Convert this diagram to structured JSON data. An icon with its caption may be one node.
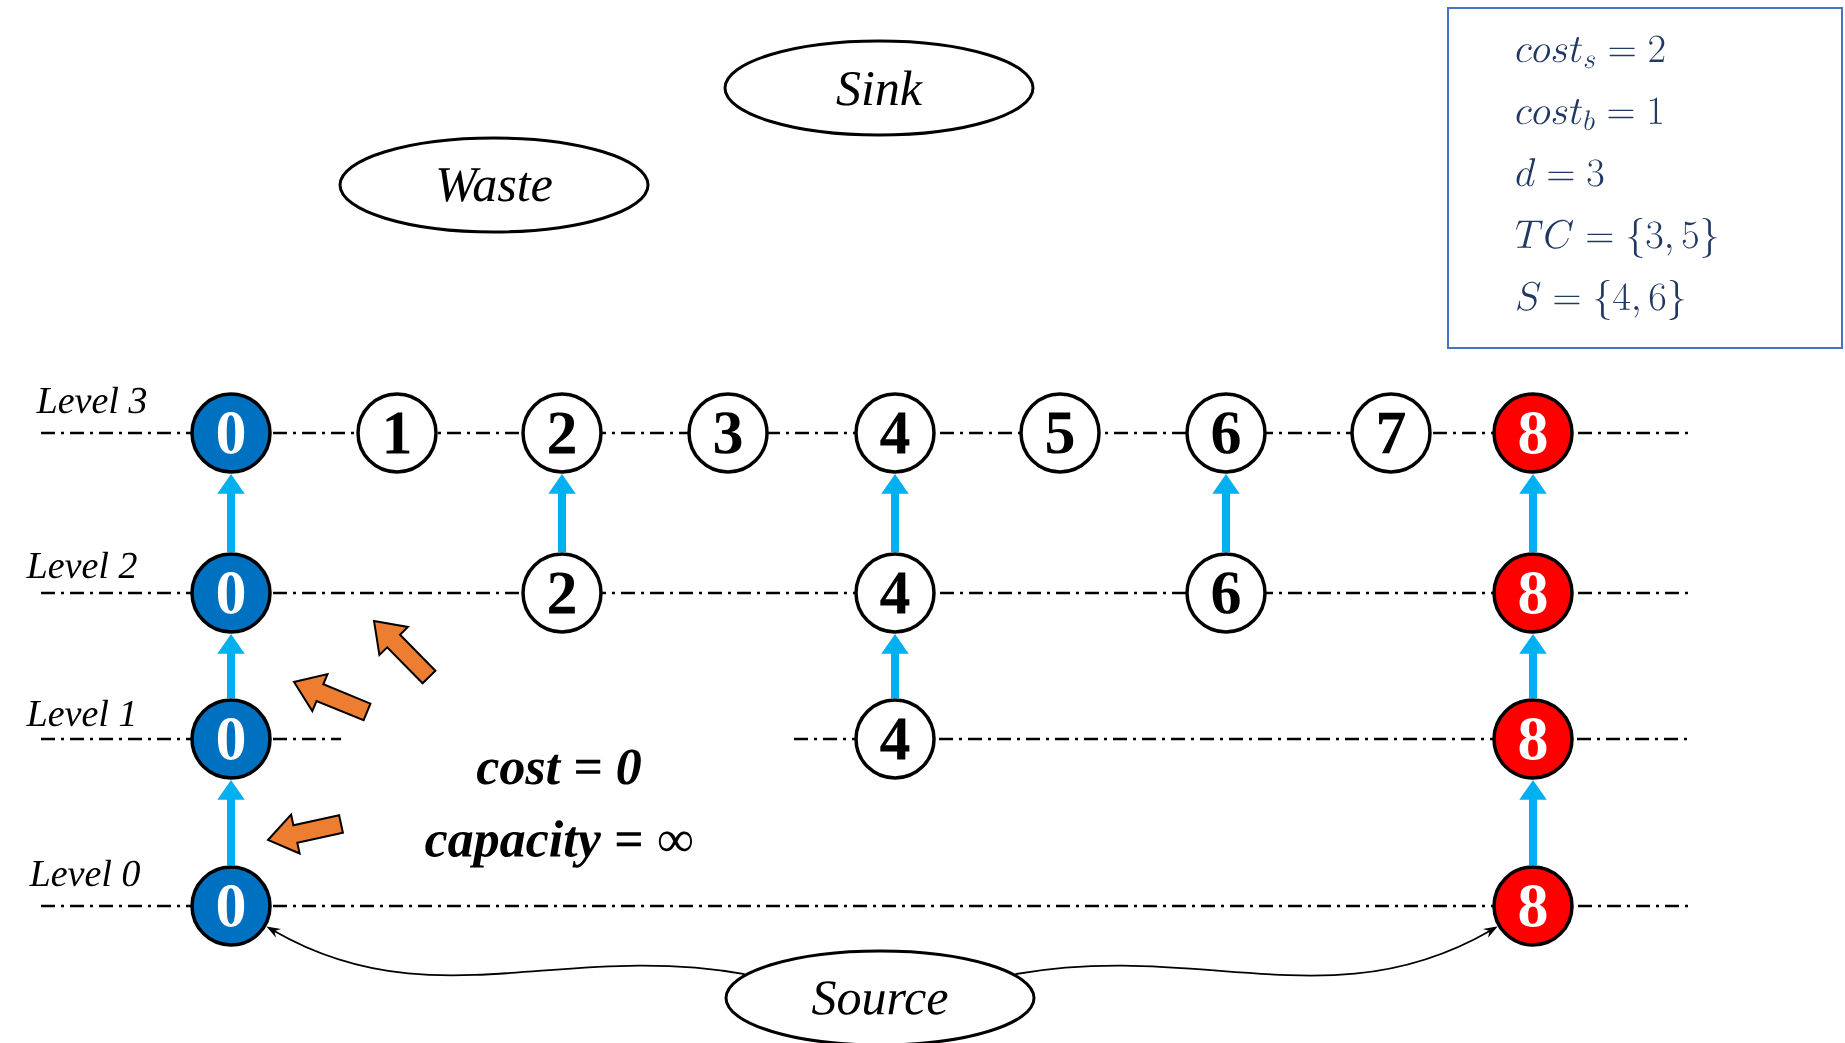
{
  "diagram": {
    "nodes": [
      {
        "text": [
          "Sink"
        ]
      },
      {
        "text": [
          "cost_s = 2",
          "cost_b = 1",
          "d = 3",
          "TC = \\{3, 5\\}",
          "S = \\{4, 6\\}"
        ]
      },
      {
        "text": [
          "Waste"
        ]
      },
      {
        "text": [
          "0"
        ]
      },
      {
        "text": [
          "1"
        ]
      },
      {
        "text": [
          "2"
        ]
      },
      {
        "text": [
          "3"
        ]
      },
      {
        "text": [
          "4"
        ]
      },
      {
        "text": [
          "5"
        ]
      },
      {
        "text": [
          "6"
        ]
      },
      {
        "text": [
          "7"
        ]
      },
      {
        "text": [
          "8"
        ]
      },
      {
        "text": [
          "0"
        ]
      },
      {
        "text": [
          "2"
        ]
      },
      {
        "text": [
          "4"
        ]
      },
      {
        "text": [
          "6"
        ]
      },
      {
        "text": [
          "8"
        ]
      },
      {
        "text": [
          "0"
        ]
      },
      {
        "text": [
          "4"
        ]
      },
      {
        "text": [
          "8"
        ]
      },
      {
        "text": [
          "0"
        ]
      },
      {
        "text": [
          "8"
        ]
      },
      {
        "text": [
          "Source"
        ]
      }
    ],
    "edges": [
      {
        "from": 20,
        "to": 17,
        "arrow": "to"
      },
      {
        "from": 17,
        "to": 12,
        "arrow": "to"
      },
      {
        "from": 12,
        "to": 3,
        "arrow": "to"
      },
      {
        "from": 13,
        "to": 5,
        "arrow": "to"
      },
      {
        "from": 18,
        "to": 14,
        "arrow": "to"
      },
      {
        "from": 14,
        "to": 7,
        "arrow": "to"
      },
      {
        "from": 15,
        "to": 9,
        "arrow": "to"
      },
      {
        "from": 21,
        "to": 19,
        "arrow": "to"
      },
      {
        "from": 19,
        "to": 16,
        "arrow": "to"
      },
      {
        "from": 16,
        "to": 11,
        "arrow": "to"
      },
      {
        "from": 22,
        "to": 20,
        "arrow": "to",
        "color": "#000000"
      },
      {
        "from": 22,
        "to": 21,
        "arrow": "to",
        "color": "#000000"
      }
    ],
    "labels": [
      "Level 3",
      "Level 2",
      "Level 1",
      "Level 0",
      "cost = 0",
      "capacity = ∞"
    ]
  }
}
